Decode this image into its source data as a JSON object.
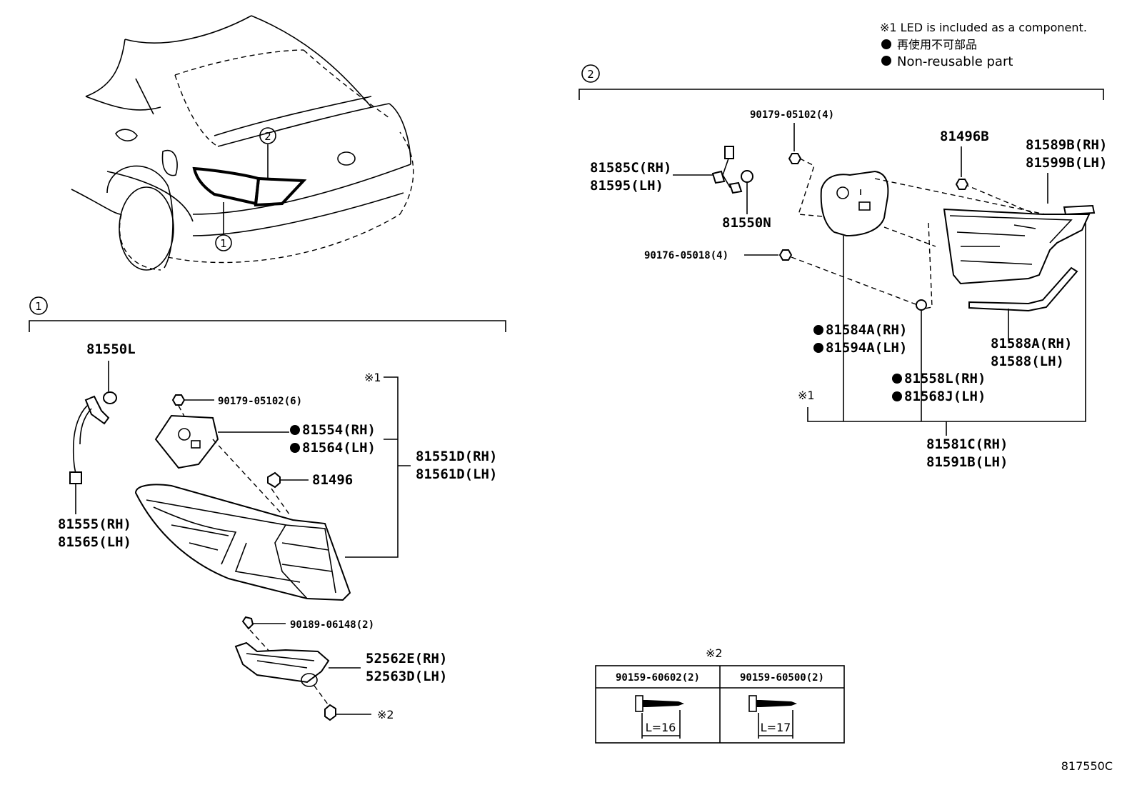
{
  "legend": {
    "led_note": "※1 LED is included as a component.",
    "nonreusable_jp": "再使用不可部品",
    "nonreusable_en": "Non-reusable part"
  },
  "callouts": {
    "one": "1",
    "two": "2"
  },
  "section1": {
    "p81550L": "81550L",
    "p90179_6": "90179-05102(6)",
    "note1": "※1",
    "p81554": "81554(RH)",
    "p81564": "81564(LH)",
    "p81551D": "81551D(RH)",
    "p81561D": "81561D(LH)",
    "p81496": "81496",
    "p81555": "81555(RH)",
    "p81565": "81565(LH)",
    "p90189": "90189-06148(2)",
    "p52562E": "52562E(RH)",
    "p52563D": "52563D(LH)",
    "note2": "※2"
  },
  "section2": {
    "p90179_4": "90179-05102(4)",
    "p81585C": "81585C(RH)",
    "p81595": "81595(LH)",
    "p81550N": "81550N",
    "p90176": "90176-05018(4)",
    "p81496B": "81496B",
    "p81589B": "81589B(RH)",
    "p81599B": "81599B(LH)",
    "p81584A": "81584A(RH)",
    "p81594A": "81594A(LH)",
    "p81588A": "81588A(RH)",
    "p81588": "81588(LH)",
    "p81558L": "81558L(RH)",
    "p81568J": "81568J(LH)",
    "note1": "※1",
    "p81581C": "81581C(RH)",
    "p81591B": "81591B(LH)"
  },
  "screw_table": {
    "header_note": "※2",
    "col1": {
      "part": "90159-60602(2)",
      "length": "L=16"
    },
    "col2": {
      "part": "90159-60500(2)",
      "length": "L=17"
    }
  },
  "figure_code": "817550C"
}
